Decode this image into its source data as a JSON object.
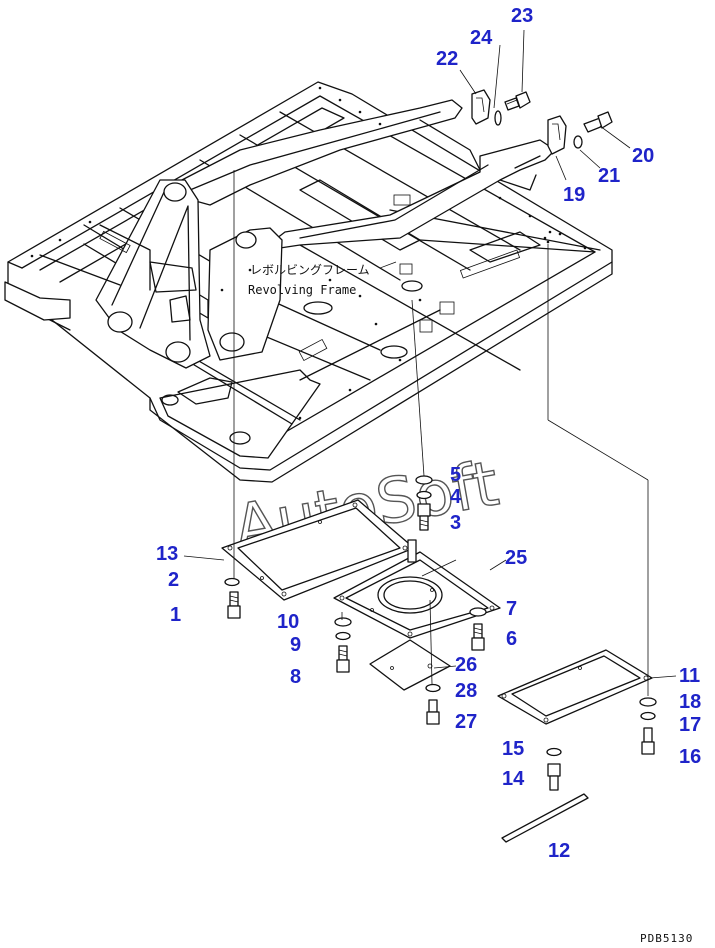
{
  "frame_label": {
    "japanese": "レボルビングフレーム",
    "english": "Revolving Frame"
  },
  "watermark": "AutoSoft",
  "drawing_number": "PDB5130",
  "callouts": {
    "c1": "1",
    "c2": "2",
    "c3": "3",
    "c4": "4",
    "c5": "5",
    "c6": "6",
    "c7": "7",
    "c8": "8",
    "c9": "9",
    "c10": "10",
    "c11": "11",
    "c12": "12",
    "c13": "13",
    "c14": "14",
    "c15": "15",
    "c16": "16",
    "c17": "17",
    "c18": "18",
    "c19": "19",
    "c20": "20",
    "c21": "21",
    "c22": "22",
    "c23": "23",
    "c24": "24",
    "c25": "25",
    "c26": "26",
    "c27": "27",
    "c28": "28"
  },
  "colors": {
    "callout": "#1f24c9",
    "line": "#111111"
  }
}
